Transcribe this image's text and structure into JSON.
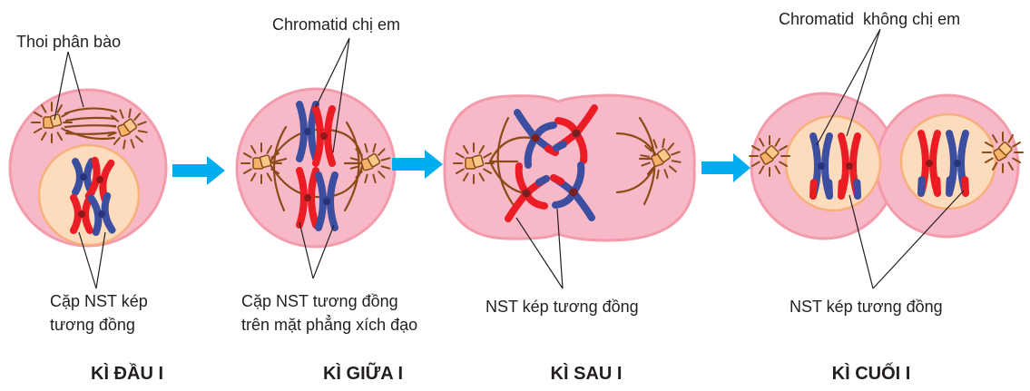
{
  "labels": {
    "spindle": "Thoi phân bào",
    "sister_chromatids": "Chromatid chị em",
    "non_sister_chromatids": "Chromatid  không chị em",
    "homologous_pair_line1": "Cặp NST kép",
    "homologous_pair_line2": "tương đồng",
    "equator_pair_line1": "Cặp NST tương đồng",
    "equator_pair_line2": "trên mặt phẳng xích đạo",
    "anaphase_homologs": "NST kép tương đồng",
    "telophase_homologs": "NST kép tương đồng"
  },
  "stages": [
    {
      "title": "KÌ ĐẦU I"
    },
    {
      "title": "KÌ GIỮA I"
    },
    {
      "title": "KÌ SAU I"
    },
    {
      "title": "KÌ CUỐI I"
    }
  ],
  "colors": {
    "cell": "#f7b9c7",
    "nucleus": "#fddcbd",
    "maternal": "#3b4ea0",
    "paternal": "#ec1c24",
    "spindle": "#8b4a16",
    "arrow": "#00aeef"
  }
}
